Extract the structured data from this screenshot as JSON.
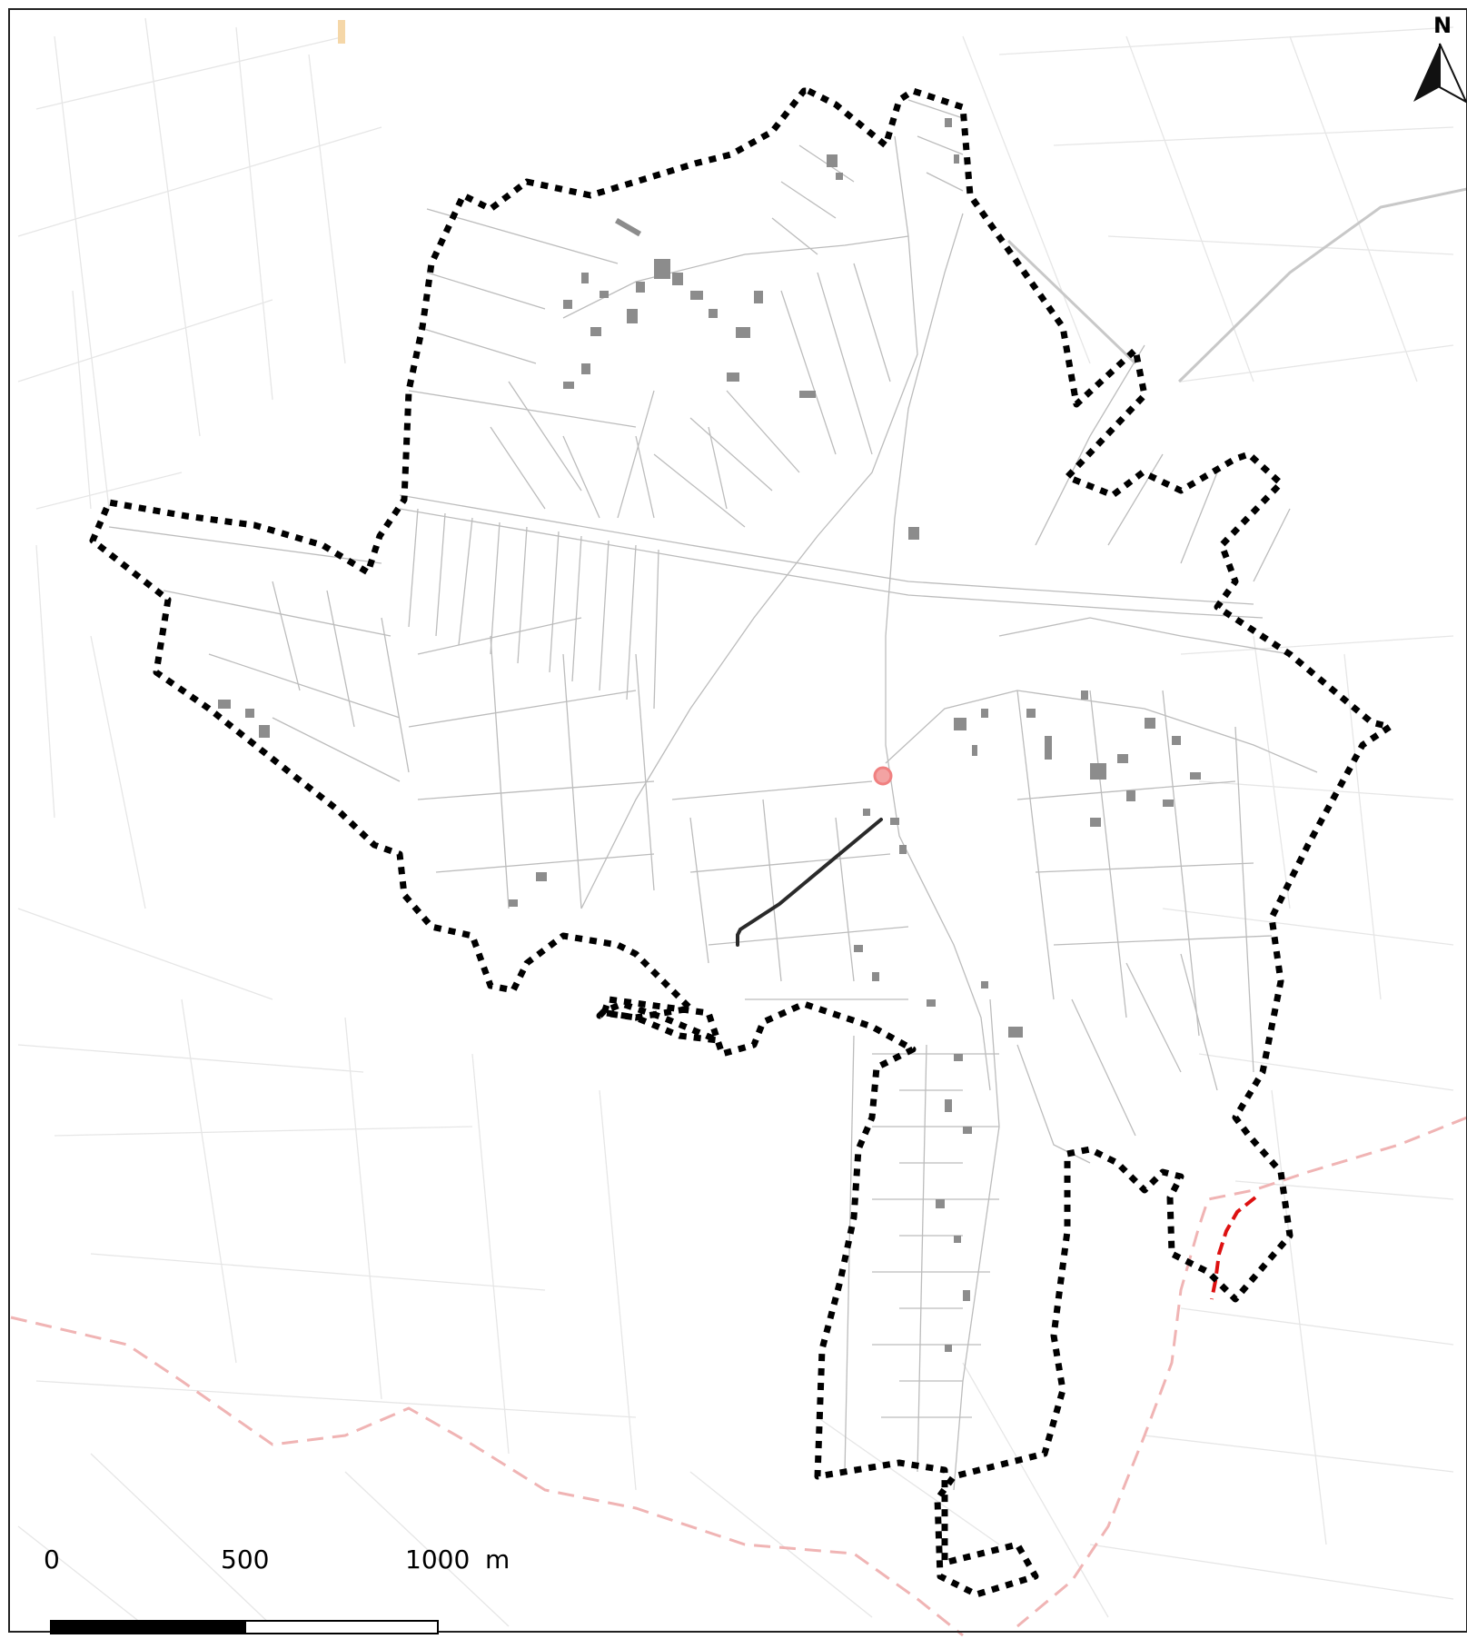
{
  "north_arrow": {
    "letter": "N"
  },
  "scale_bar": {
    "labels": [
      "0",
      "500",
      "1000"
    ],
    "unit": "m"
  },
  "colors": {
    "frame": "#222222",
    "boundary": "#000000",
    "parcel_line": "#bcbcbc",
    "parcel_line_faint": "#e4e4e4",
    "road_grey": "#c8c8c8",
    "building": "#8c8c8c",
    "route_highlight": "#2a2a2a",
    "pink_dashed": "#f0b4b4",
    "red_dashed": "#dd1111",
    "point_marker": "#f08080",
    "topleft_marker": "#f5d7a8"
  },
  "icons": {
    "north_arrow": "north-arrow-icon",
    "point_marker": "location-point-icon"
  }
}
